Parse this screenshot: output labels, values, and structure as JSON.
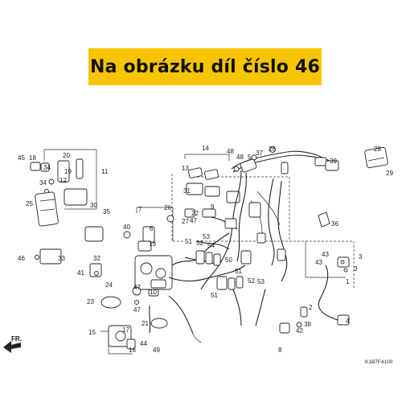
{
  "banner": {
    "text": "Na obrázku díl číslo 46",
    "bg_color": "#f7c400"
  },
  "diagram": {
    "code": "K1B7F4100",
    "direction_label": "FR.",
    "part_numbers": [
      "1",
      "2",
      "3",
      "4",
      "5",
      "6",
      "7",
      "8",
      "9",
      "10",
      "11",
      "12",
      "13",
      "14",
      "15",
      "16",
      "17",
      "18",
      "19",
      "20",
      "21",
      "22",
      "23",
      "24",
      "25",
      "26",
      "27",
      "28",
      "29",
      "30",
      "31",
      "32",
      "33",
      "34",
      "35",
      "36",
      "37",
      "38",
      "39",
      "40",
      "41",
      "42",
      "43",
      "44",
      "45",
      "46",
      "47",
      "48",
      "49",
      "50",
      "51",
      "52",
      "53",
      "54"
    ]
  }
}
